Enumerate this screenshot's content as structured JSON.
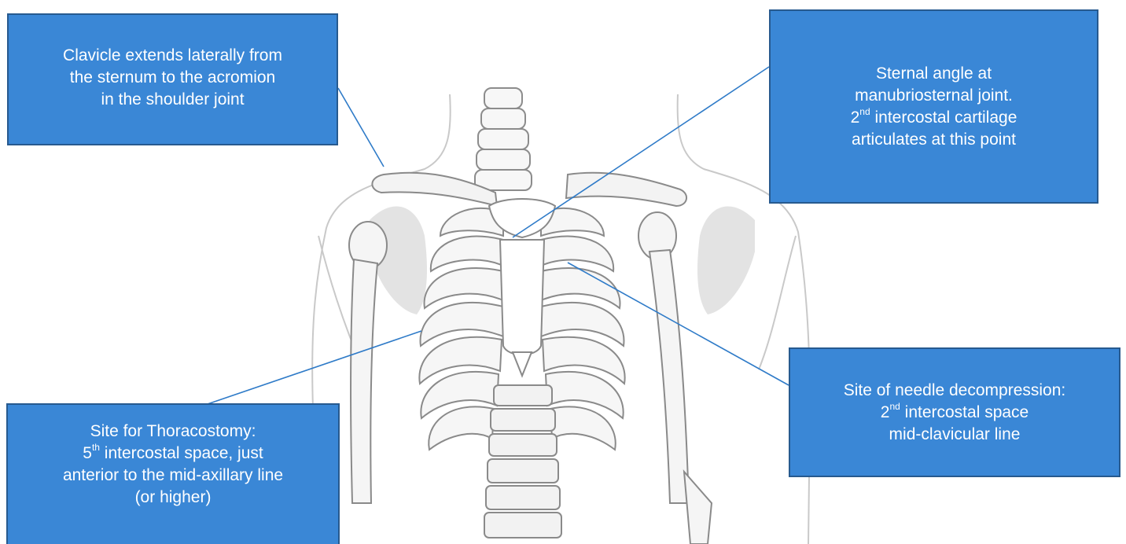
{
  "diagram": {
    "accent_color": "#3a87d6",
    "border_color": "#275a8f",
    "leader_color": "#2f7bc8",
    "subject": "anterior thoracic skeleton line illustration",
    "callouts": {
      "clavicle": {
        "lines": [
          "Clavicle extends laterally from",
          "the sternum to the acromion",
          "in the shoulder joint"
        ]
      },
      "sternal_angle": {
        "line1": "Sternal angle at",
        "line2": "manubriosternal joint.",
        "line3_num": "2",
        "line3_sup": "nd",
        "line3_rest": " intercostal cartilage",
        "line4": "articulates at this point"
      },
      "needle": {
        "line1": "Site of needle decompression:",
        "line2_num": "2",
        "line2_sup": "nd",
        "line2_rest": " intercostal space",
        "line3": "mid-clavicular line"
      },
      "thoracostomy": {
        "line1": "Site for Thoracostomy:",
        "line2_num": "5",
        "line2_sup": "th",
        "line2_rest": " intercostal space, just",
        "line3": "anterior to the mid-axillary line",
        "line4": "(or higher)"
      }
    }
  }
}
